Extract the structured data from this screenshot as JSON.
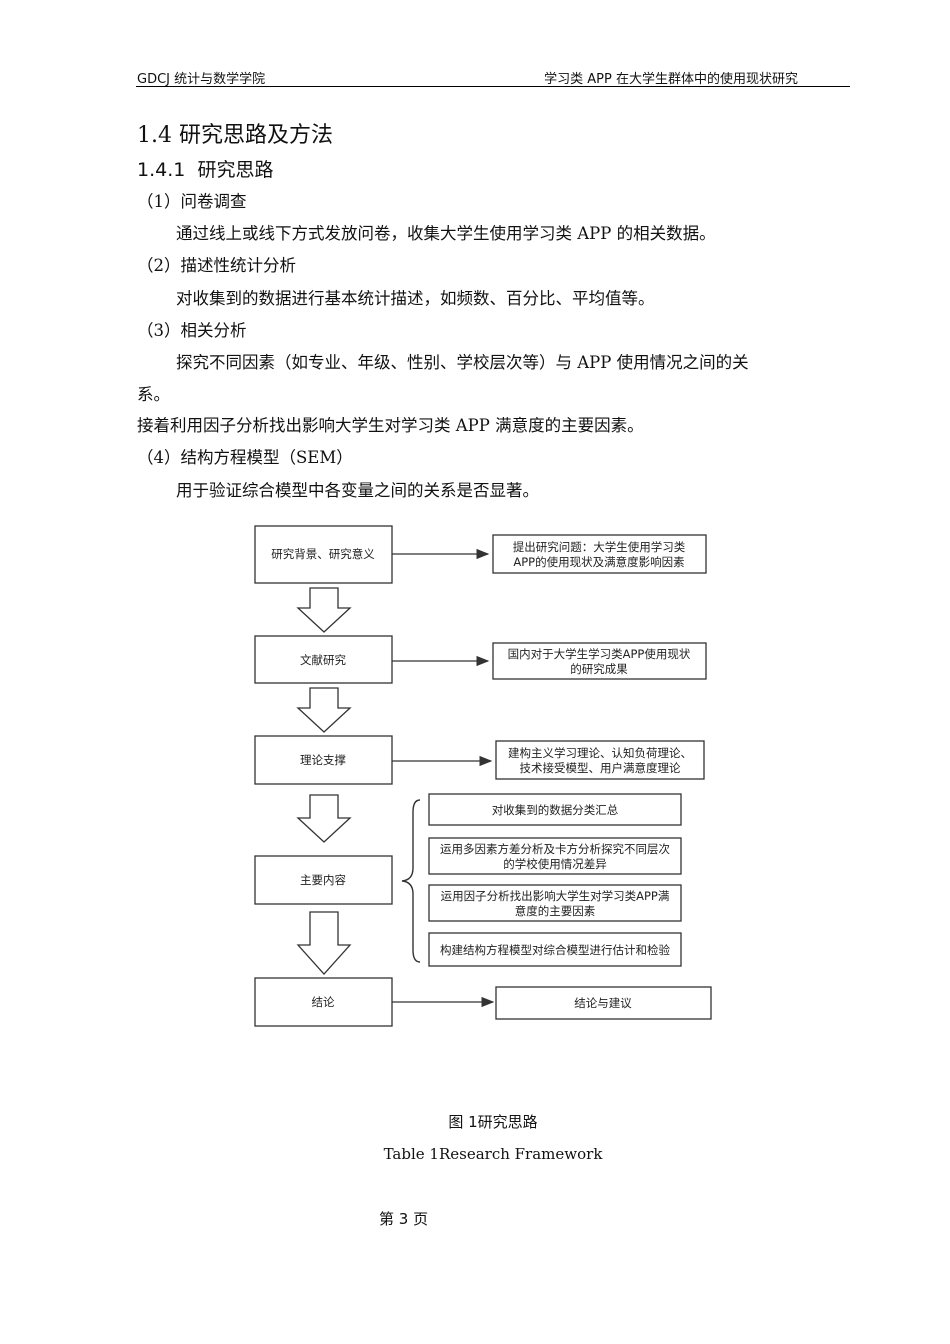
{
  "header": {
    "left": "GDCJ 统计与数学学院",
    "right": "学习类 APP 在大学生群体中的使用现状研究"
  },
  "section": {
    "num": "1.4",
    "title": "研究思路及方法"
  },
  "subsection": {
    "num": "1.4.1",
    "title": "研究思路"
  },
  "items": [
    {
      "label": "（1）问卷调查",
      "body": "通过线上或线下方式发放问卷，收集大学生使用学习类 APP 的相关数据。"
    },
    {
      "label": "（2）描述性统计分析",
      "body": "对收集到的数据进行基本统计描述，如频数、百分比、平均值等。"
    },
    {
      "label": "（3）相关分析",
      "body": "探究不同因素（如专业、年级、性别、学校层次等）与 APP 使用情况之间的关",
      "body_cont": "系。"
    }
  ],
  "extra_line": "接着利用因子分析找出影响大学生对学习类 APP 满意度的主要因素。",
  "item4": {
    "label": "（4）结构方程模型（SEM）",
    "body": "用于验证综合模型中各变量之间的关系是否显著。"
  },
  "flowchart": {
    "left_boxes": [
      "研究背景、研究意义",
      "文献研究",
      "理论支撑",
      "主要内容",
      "结论"
    ],
    "right1": [
      "提出研究问题：大学生使用学习类",
      "APP的使用现状及满意度影响因素"
    ],
    "right2": [
      "国内对于大学生学习类APP使用现状",
      "的研究成果"
    ],
    "right3": [
      "建构主义学习理论、认知负荷理论、",
      "技术接受模型、用户满意度理论"
    ],
    "content_items": [
      [
        "对收集到的数据分类汇总"
      ],
      [
        "运用多因素方差分析及卡方分析探究不同层次",
        "的学校使用情况差异"
      ],
      [
        "运用因子分析找出影响大学生对学习类APP满",
        "意度的主要因素"
      ],
      [
        "构建结构方程模型对综合模型进行估计和检验"
      ]
    ],
    "right5": "结论与建议"
  },
  "caption": {
    "figure": "图  1研究思路",
    "table": "Table  1Research Framework"
  },
  "page_number": "第  3  页"
}
